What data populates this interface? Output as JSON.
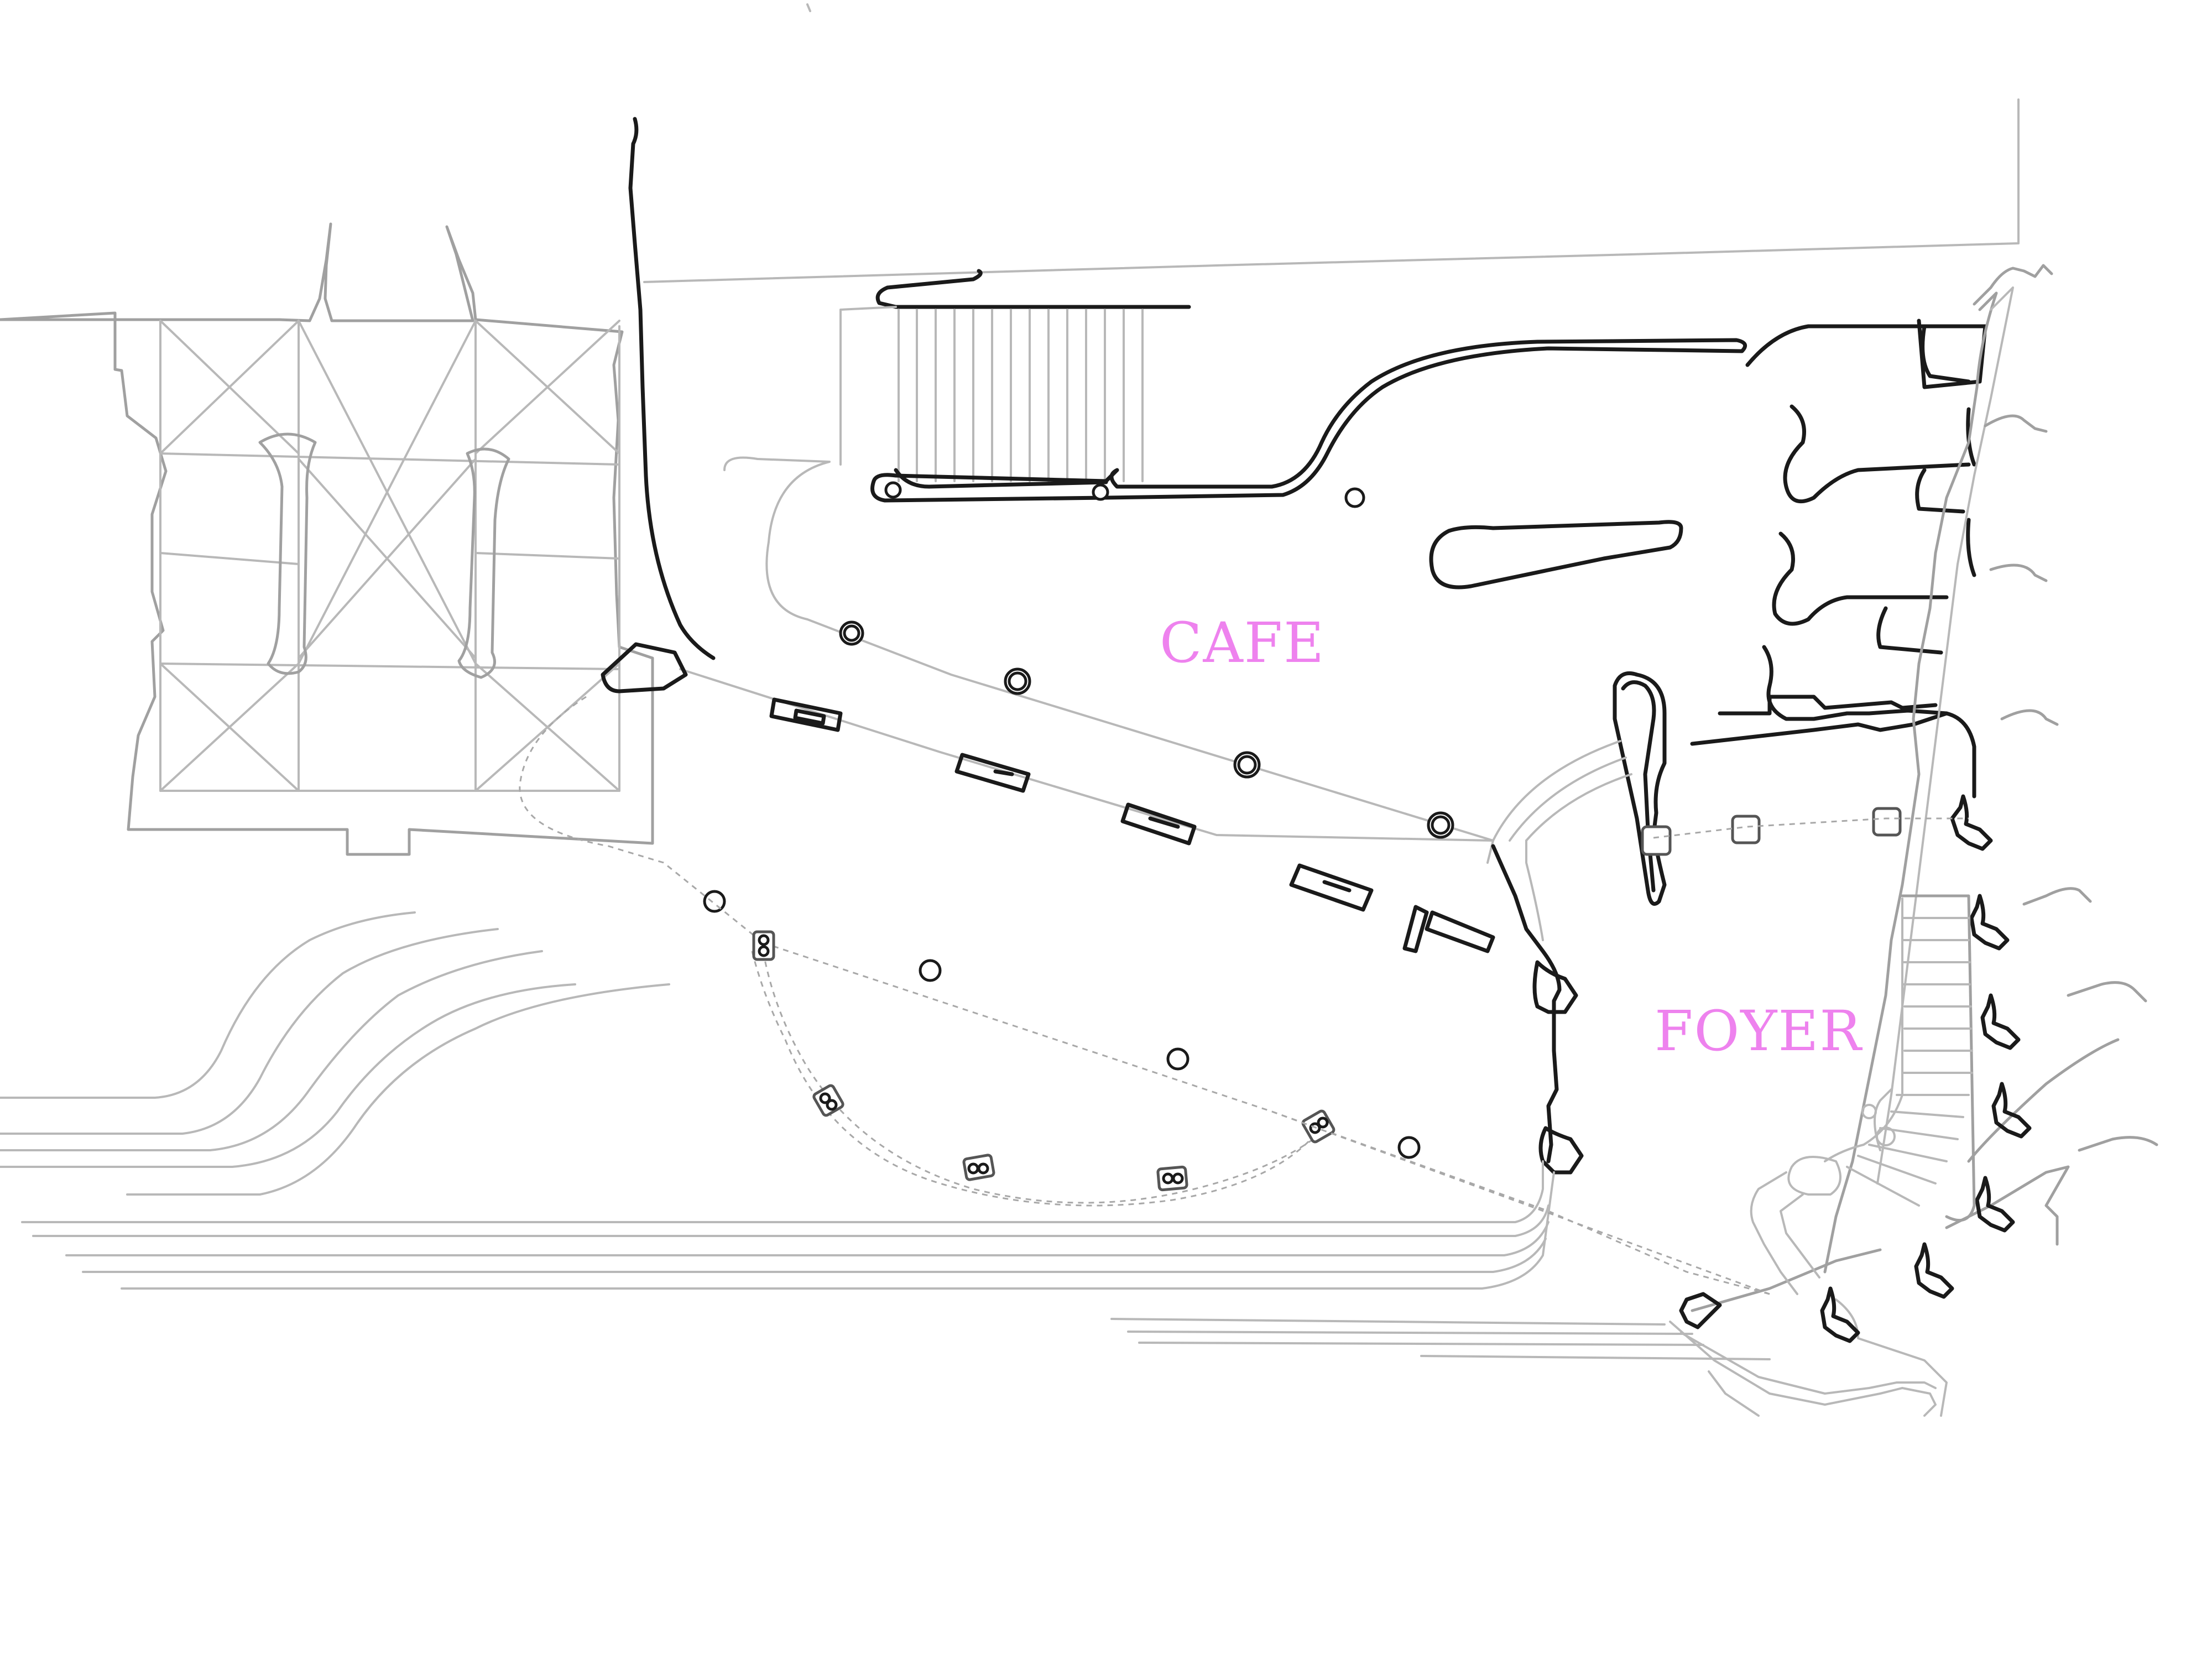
{
  "plan": {
    "rooms": [
      {
        "id": "cafe",
        "label": "CAFE"
      },
      {
        "id": "foyer",
        "label": "FOYER"
      }
    ],
    "colors": {
      "room_label": "#ee82ee",
      "walls": "#1a1a1a",
      "context_lines": "#b8b8b8"
    }
  }
}
